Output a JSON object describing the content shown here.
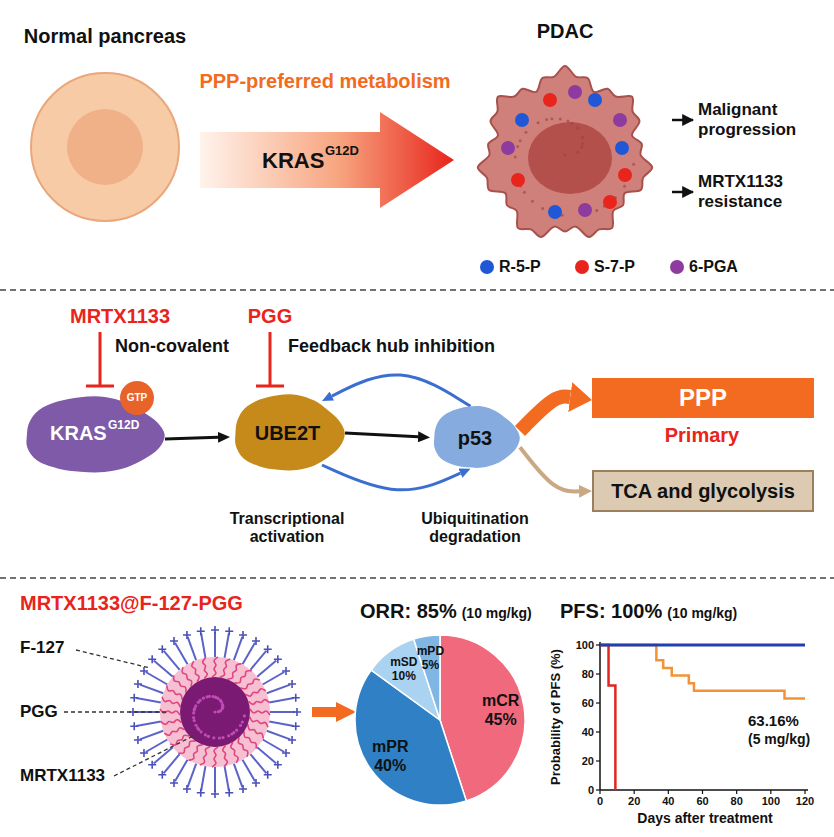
{
  "diagram": {
    "nodes": [
      {
        "text": [
          "Normal pancreas"
        ]
      },
      {
        "text": [
          "PPP-preferred metabolism",
          "KRAS",
          "G12D"
        ]
      },
      {
        "text": [
          "PDAC"
        ]
      },
      {
        "text": [
          "KRAS",
          "G12D"
        ]
      },
      {
        "text": [
          "GTP"
        ],
        "in": 3
      },
      {
        "text": [
          "UBE2T"
        ]
      },
      {
        "text": [
          "p53"
        ]
      },
      {
        "text": [
          "PPP"
        ]
      },
      {
        "text": [
          "TCA and glycolysis"
        ]
      }
    ],
    "edges": [
      {
        "from": 3,
        "to": 5,
        "arrow": "to"
      },
      {
        "from": 5,
        "to": 6,
        "arrow": "to"
      },
      {
        "from": 6,
        "to": 5,
        "arrow": "to"
      },
      {
        "from": 5,
        "to": 6,
        "arrow": "to"
      },
      {
        "from": 6,
        "to": 7,
        "arrow": "to"
      },
      {
        "from": 6,
        "to": 8,
        "arrow": "to"
      }
    ],
    "labels": [
      "Malignant progression",
      "MRTX1133 resistance",
      "MRTX1133",
      "PGG",
      "Non-covalent",
      "Feedback hub inhibition",
      "Transcriptional activation",
      "Ubiquitination degradation",
      "Primary",
      "MRTX1133@F-127-PGG",
      "F-127",
      "PGG",
      "MRTX1133",
      "ORR: 85%",
      "(10 mg/kg)",
      "mCR",
      "45%",
      "mPR",
      "40%",
      "mSD",
      "10%",
      "mPD",
      "5%",
      "PFS: 100%",
      "(10 mg/kg)",
      "Probability of PFS (%)",
      "100",
      "80",
      "60",
      "40",
      "20",
      "0",
      "0",
      "20",
      "40",
      "60",
      "80",
      "100",
      "120",
      "Days after treatment",
      "63.16%",
      "(5 mg/kg)"
    ],
    "legend": [
      {
        "text": "R-5-P",
        "color": "#1f57d6"
      },
      {
        "text": "S-7-P",
        "color": "#e8241c"
      },
      {
        "text": "6-PGA",
        "color": "#8e3b9f"
      }
    ]
  }
}
